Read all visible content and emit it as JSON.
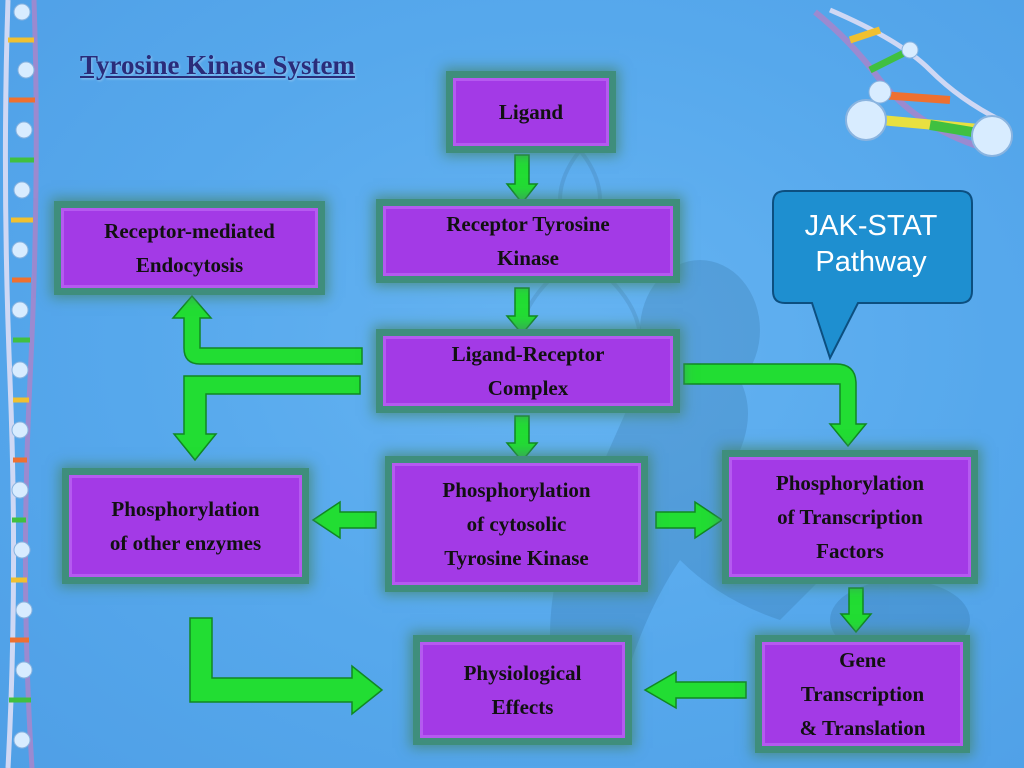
{
  "title": "Tyrosine Kinase System",
  "boxes": {
    "ligand": "Ligand",
    "receptor_tk_line1": "Receptor Tyrosine",
    "receptor_tk_line2": "Kinase",
    "endocytosis_line1": "Receptor-mediated",
    "endocytosis_line2": "Endocytosis",
    "complex_line1": "Ligand-Receptor",
    "complex_line2": "Complex",
    "other_enzymes_line1": "Phosphorylation",
    "other_enzymes_line2": "of other enzymes",
    "cytosolic_line1": "Phosphorylation",
    "cytosolic_line2": "of cytosolic",
    "cytosolic_line3": "Tyrosine Kinase",
    "transcription_factors_line1": "Phosphorylation",
    "transcription_factors_line2": "of Transcription",
    "transcription_factors_line3": "Factors",
    "gene_line1": "Gene",
    "gene_line2": "Transcription",
    "gene_line3": "& Translation",
    "physiological_line1": "Physiological",
    "physiological_line2": "Effects"
  },
  "callout": {
    "line1": "JAK-STAT",
    "line2": "Pathway"
  },
  "colors": {
    "box_fill": "#a33ae6",
    "box_glow": "#3f8e7c",
    "arrow": "#22dd33",
    "arrow_outline": "#118822",
    "callout_fill": "#1e8fd0",
    "background": "#56a8ec",
    "title": "#2a2c7a"
  }
}
